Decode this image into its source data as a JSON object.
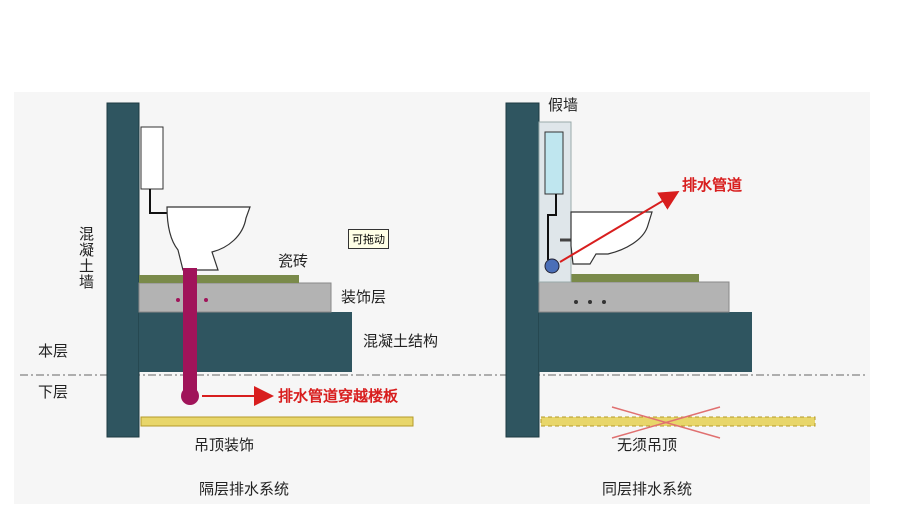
{
  "left": {
    "wall_label": "混凝土墙",
    "tile_label": "瓷砖",
    "decor_label": "装饰层",
    "concrete_label": "混凝土结构",
    "upper_floor_label": "本层",
    "lower_floor_label": "下层",
    "pipe_label": "排水管道穿越楼板",
    "ceiling_label": "吊顶装饰",
    "caption": "隔层排水系统"
  },
  "right": {
    "false_wall_label": "假墙",
    "pipe_label": "排水管道",
    "no_ceiling_label": "无须吊顶",
    "caption": "同层排水系统"
  },
  "drag_tag": "可拖动",
  "colors": {
    "wall": "#2f5560",
    "slab_dark": "#2f5560",
    "decor_layer": "#b3b3b3",
    "tile": "#7a8a4a",
    "pipe": "#a0145a",
    "arrow": "#d81e1e",
    "ceiling": "#e8d66a",
    "false_wall": "#dfe6ea",
    "tank_cyan": "#bfe6ef"
  }
}
